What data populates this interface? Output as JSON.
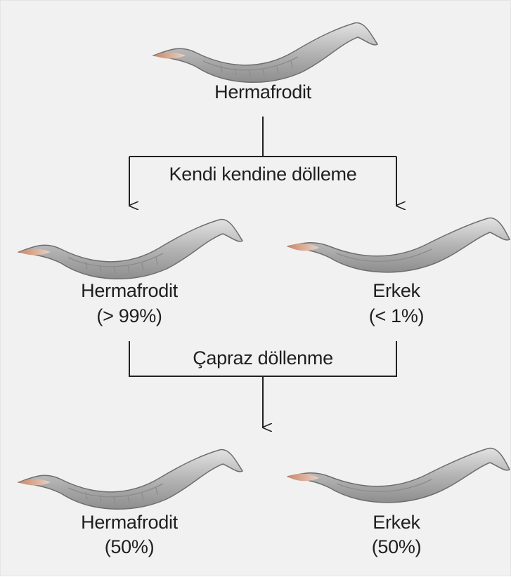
{
  "diagram": {
    "parent": {
      "label": "Hermafrodit"
    },
    "self_fertilization_label": "Kendi kendine dölleme",
    "gen1": {
      "hermaphrodite": {
        "label": "Hermafrodit",
        "percent": "(> 99%)",
        "share": 99
      },
      "male": {
        "label": "Erkek",
        "percent": "(< 1%)",
        "share": 1
      }
    },
    "cross_fertilization_label": "Çapraz döllenme",
    "gen2": {
      "hermaphrodite": {
        "label": "Hermafrodit",
        "percent": "(50%)",
        "share": 50
      },
      "male": {
        "label": "Erkek",
        "percent": "(50%)",
        "share": 50
      }
    }
  },
  "colors": {
    "background": "#f1f1f1",
    "worm_body": "#b9b9b9",
    "worm_tail": "#d9a58a",
    "line": "#222222"
  }
}
